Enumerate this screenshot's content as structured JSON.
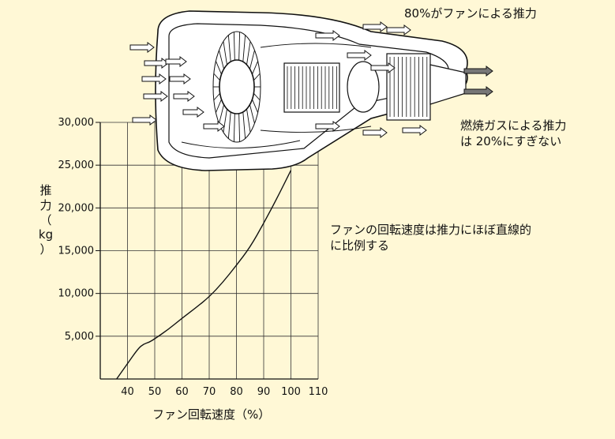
{
  "chart_data": {
    "type": "line",
    "xlabel": "ファン回転速度（%）",
    "ylabel": "推力（kg）",
    "ylabel_chars": [
      "推",
      "力",
      "（",
      "kg",
      "）"
    ],
    "x_ticks": [
      "40",
      "50",
      "60",
      "70",
      "80",
      "90",
      "100",
      "110"
    ],
    "x_tick_values": [
      40,
      50,
      60,
      70,
      80,
      90,
      100,
      110
    ],
    "y_ticks": [
      "5,000",
      "10,000",
      "15,000",
      "20,000",
      "25,000",
      "30,000"
    ],
    "y_tick_values": [
      5000,
      10000,
      15000,
      20000,
      25000,
      30000
    ],
    "xlim": [
      30,
      110
    ],
    "ylim": [
      0,
      30000
    ],
    "grid": true,
    "series": [
      {
        "x": [
          36,
          40,
          44,
          46,
          48,
          50,
          55,
          60,
          65,
          70,
          75,
          80,
          85,
          90,
          95,
          100
        ],
        "y": [
          0,
          1800,
          3600,
          4100,
          4300,
          4700,
          5800,
          7100,
          8300,
          9600,
          11300,
          13300,
          15400,
          18200,
          21200,
          24400
        ]
      }
    ],
    "annotations": [
      "80%がファンによる推力",
      "燃焼ガスによる推力",
      "は 20%にすぎない",
      "ファンの回転速度は推力にほぼ直線的",
      "に比例する"
    ]
  },
  "illustration": {
    "name": "turbofan-engine-cutaway",
    "color": "#111111"
  },
  "colors": {
    "background": "#fff8d6",
    "grid": "#333333",
    "line": "#111111",
    "exhaust_arrow": "#777777"
  }
}
